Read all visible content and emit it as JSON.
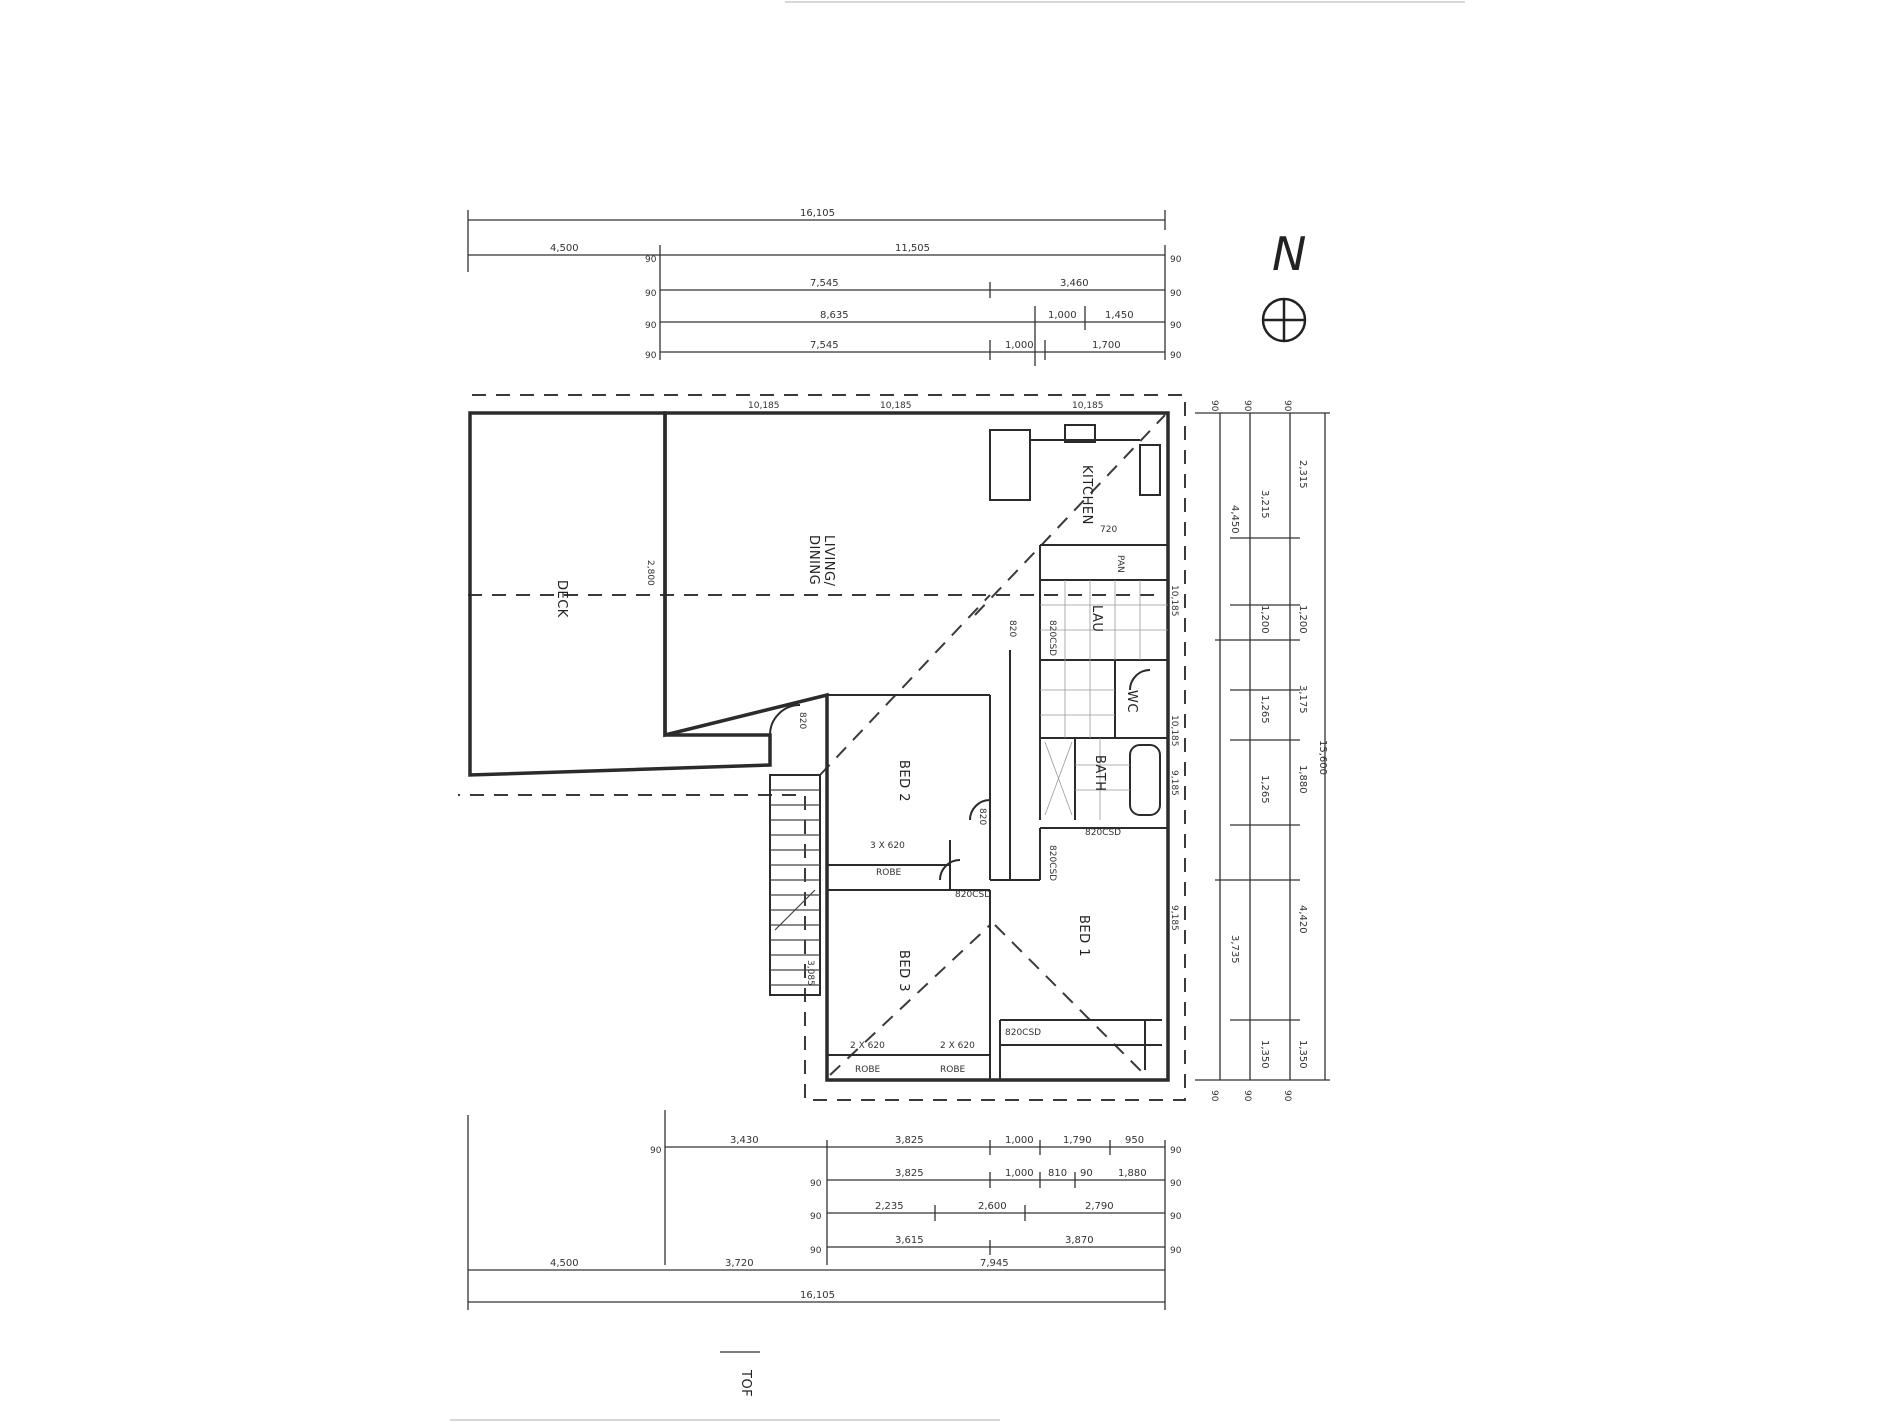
{
  "north_label": "N",
  "rooms": {
    "deck": "DECK",
    "living": "LIVING/",
    "dining": "DINING",
    "kitchen": "KITCHEN",
    "pan": "PAN",
    "lau": "LAU",
    "wc": "WC",
    "bath": "BATH",
    "bed1": "BED 1",
    "bed2": "BED 2",
    "bed3": "BED 3",
    "robe_b2": "ROBE",
    "robe_b3a": "ROBE",
    "robe_b3b": "ROBE"
  },
  "annotations": {
    "bed2_robe_size": "3 X 620",
    "bed3_robe_left": "2 X 620",
    "bed3_robe_right": "2 X 620",
    "door_820_a": "820",
    "door_820_b": "820",
    "door_820_c": "820",
    "door_720": "720",
    "cs_a": "820CSD",
    "cs_b": "820CSD",
    "cs_c": "820CSD",
    "cs_d": "820CSD",
    "cs_e": "820CSD",
    "bottom_stamp": "TOF"
  },
  "dims_top": {
    "overall": "16,105",
    "r1_left": "4,500",
    "r1_right": "11,505",
    "r2_left": "7,545",
    "r2_right": "3,460",
    "r3_left": "8,635",
    "r3_mid": "1,000",
    "r3_right": "1,450",
    "r4_left": "7,545",
    "r4_mid": "1,000",
    "r4_right": "1,700",
    "t90": "90"
  },
  "dims_bottom": {
    "r1_a": "3,430",
    "r1_b": "3,825",
    "r1_c": "1,000",
    "r1_d": "1,790",
    "r1_e": "950",
    "r2_b": "3,825",
    "r2_c": "1,000",
    "r2_d": "810",
    "r2_e": "90",
    "r2_f": "1,880",
    "r3_a": "2,235",
    "r3_b": "2,600",
    "r3_c": "2,790",
    "r4_a": "3,615",
    "r4_b": "3,870",
    "r5_a": "4,500",
    "r5_b": "3,720",
    "r5_c": "7,945",
    "overall": "16,105",
    "t90": "90"
  },
  "dims_right": {
    "overall": "15,600",
    "a": "4,450",
    "b": "3,215",
    "c": "2,315",
    "d": "1,200",
    "e": "1,200",
    "f": "3,175",
    "g": "1,265",
    "h": "1,265",
    "i": "1,880",
    "j": "4,420",
    "k": "3,735",
    "l": "1,350",
    "m": "1,350",
    "t90": "90"
  },
  "dims_interior": {
    "deck_w": "2,800",
    "top_a": "10,185",
    "top_b": "10,185",
    "top_c": "10,185",
    "side_a": "10,185",
    "side_b": "10,185",
    "side_c": "9,185",
    "side_d": "9,185",
    "stair": "3,085"
  }
}
